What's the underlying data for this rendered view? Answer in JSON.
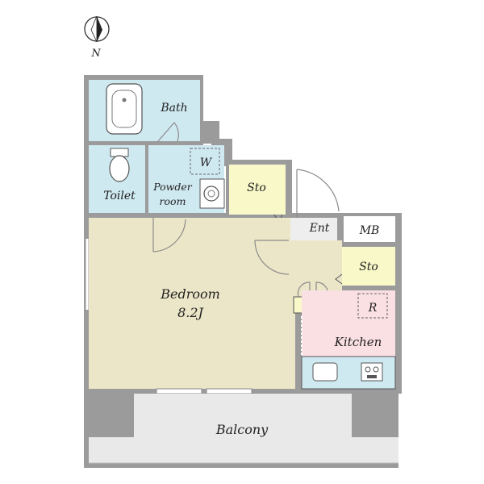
{
  "compass": {
    "label": "N"
  },
  "rooms": {
    "bath": "Bath",
    "toilet": "Toilet",
    "powder_line1": "Powder",
    "powder_line2": "room",
    "washer": "W",
    "storage_upper": "Sto",
    "entrance": "Ent",
    "meter_box": "MB",
    "storage_lower": "Sto",
    "bedroom": "Bedroom",
    "bedroom_size": "8.2J",
    "refrigerator": "R",
    "kitchen": "Kitchen",
    "balcony": "Balcony"
  },
  "colors": {
    "wall": "#9b9b9b",
    "wet_area": "#cfe9f1",
    "bedroom_floor": "#ece6c8",
    "entrance_floor": "#eeeeee",
    "storage": "#f8f8c8",
    "kitchen_floor": "#fadfe3",
    "balcony_floor": "#e9e9e9"
  }
}
